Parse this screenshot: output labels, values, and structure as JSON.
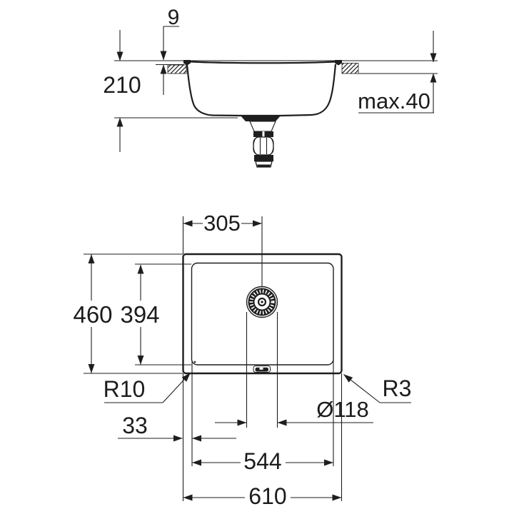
{
  "page": {
    "background": "#ffffff",
    "line_color": "#1e1e1e",
    "description_units": "mm"
  },
  "side_view": {
    "labels": {
      "rim_thickness": "9",
      "bowl_depth": "210",
      "max_counter_thickness": "max.40"
    }
  },
  "plan_view": {
    "labels": {
      "drain_center_from_left": "305",
      "outer_depth": "460",
      "bowl_inner_depth": "394",
      "inner_corner_radius": "R10",
      "outer_corner_radius": "R3",
      "drain_diameter": "Ø118",
      "rim_offset": "33",
      "bowl_inner_width": "544",
      "outer_width": "610"
    }
  }
}
